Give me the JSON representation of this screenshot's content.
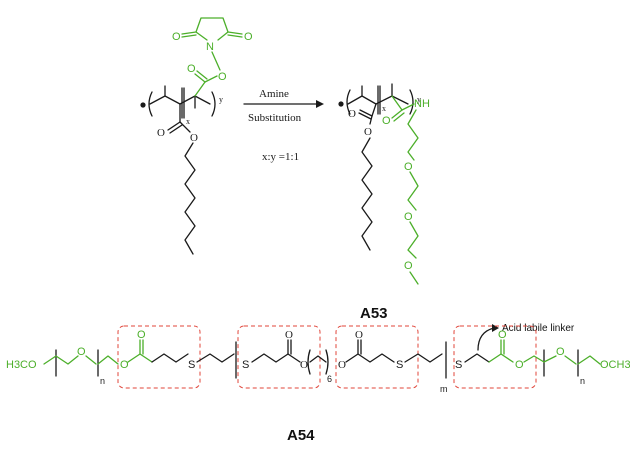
{
  "reaction": {
    "reagent_top": "Amine",
    "reagent_bottom": "Substitution",
    "ratio": "x:y =1:1"
  },
  "labels": {
    "compound_a53": "A53",
    "compound_a54": "A54",
    "linker_note": "Acid labile linker"
  },
  "atoms": {
    "nitrogen": "N",
    "oxygen": "O",
    "sulfur": "S",
    "nh": "NH",
    "methoxy_left": "H3CO",
    "methoxy_right": "OCH3"
  },
  "subscripts": {
    "x": "x",
    "y": "y",
    "n": "n",
    "m": "m",
    "six": "6"
  },
  "colors": {
    "green_fragment": "#4caf2a",
    "black_fragment": "#1a1a1a",
    "labile_box": "#e0453a"
  }
}
